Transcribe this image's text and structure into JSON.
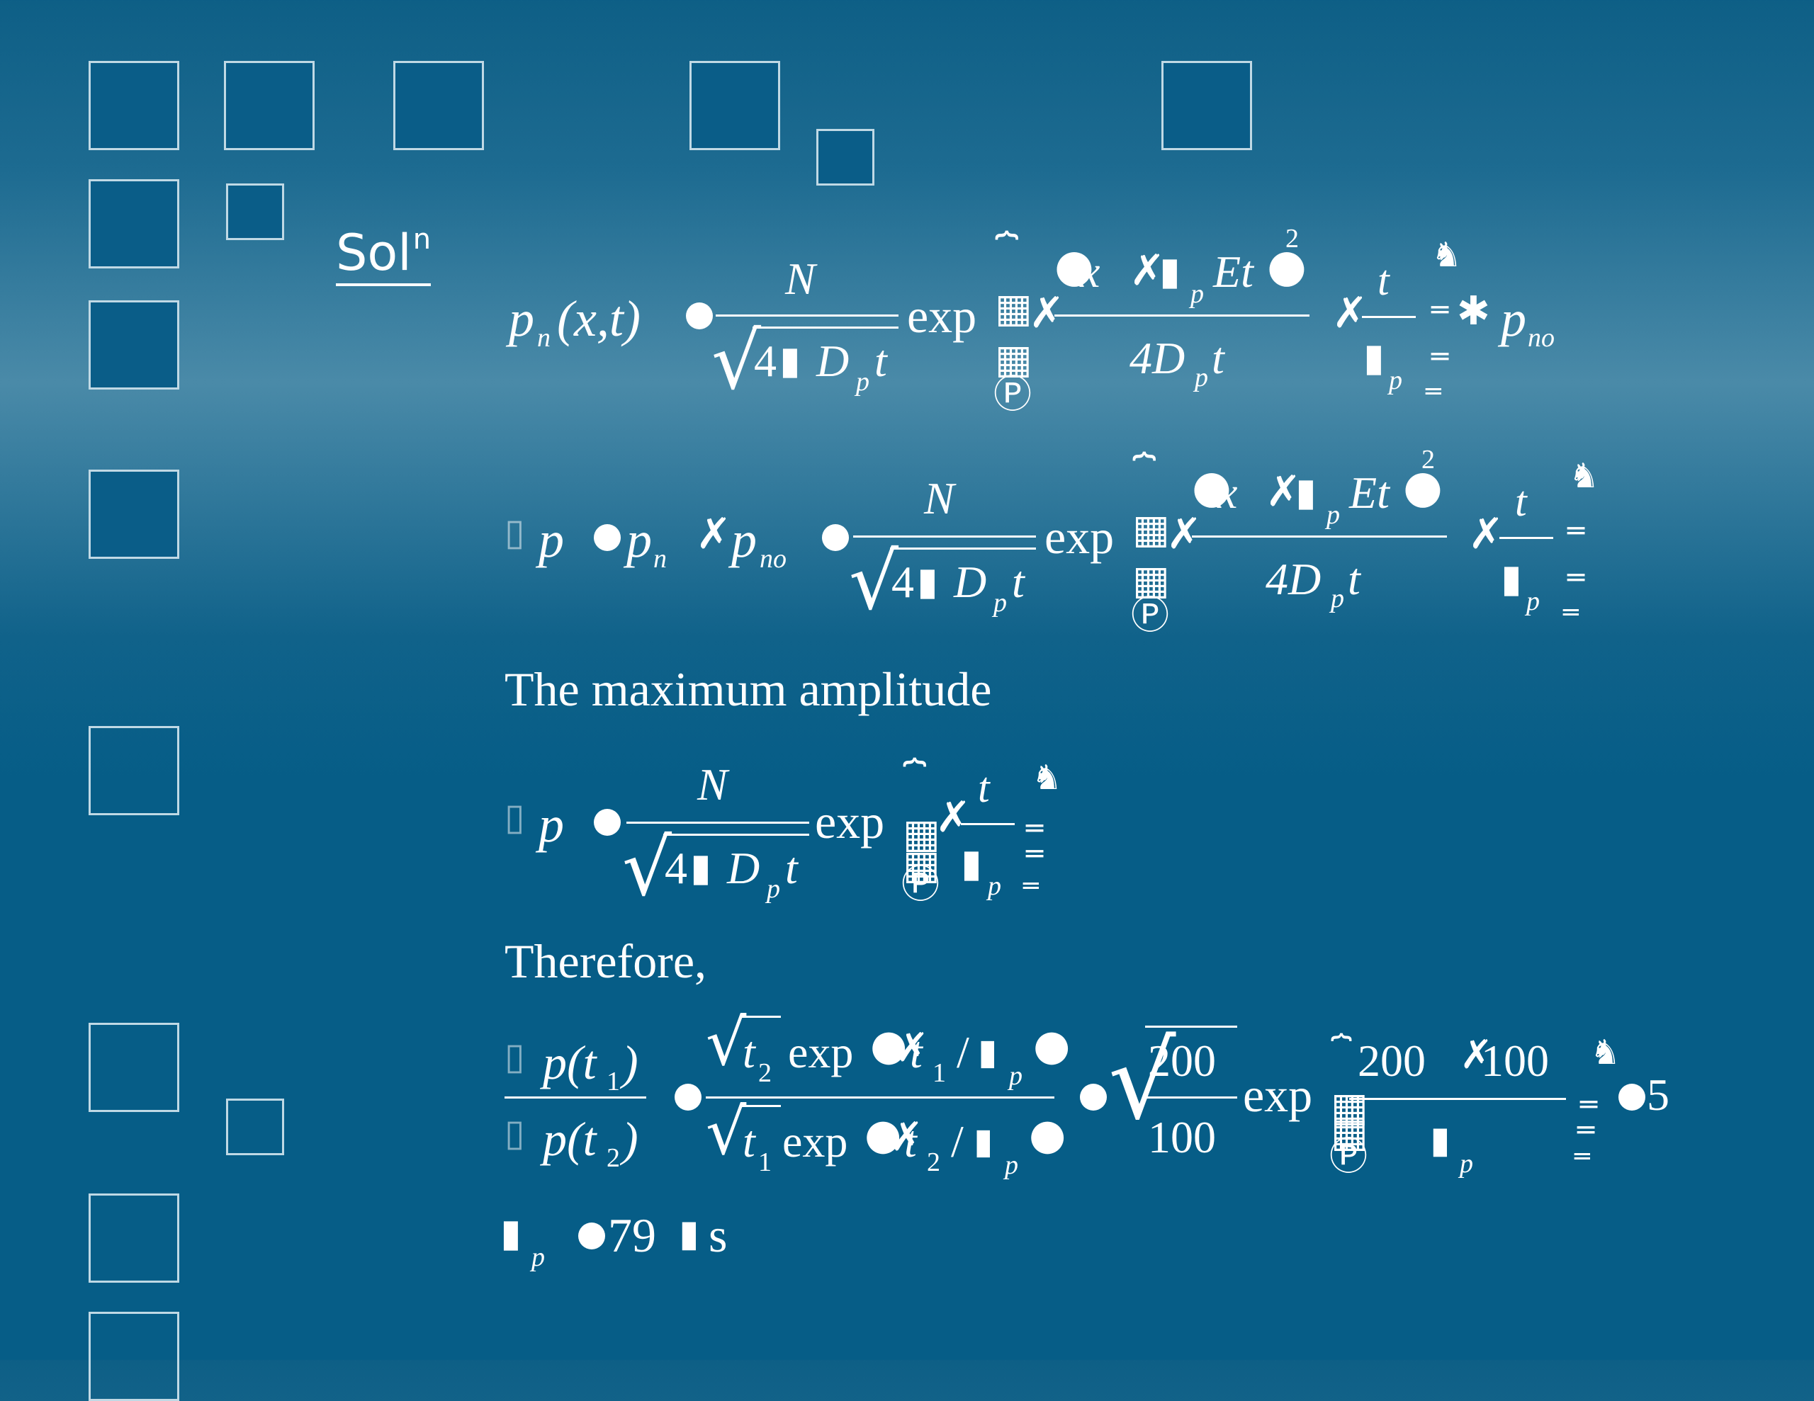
{
  "heading": {
    "base": "Sol",
    "sup": "n"
  },
  "text_lines": {
    "max_amplitude": "The maximum amplitude",
    "therefore": "Therefore,"
  },
  "eq1": {
    "lhs": "p",
    "lhs_sub": "n",
    "lhs_args": "(x,t)",
    "num": "N",
    "den_a": "4",
    "den_b": "D",
    "den_sub": "p",
    "den_c": "t",
    "exp": "exp",
    "inner_num": "x",
    "inner_mid": "p",
    "inner_et": "Et",
    "inner_sup": "2",
    "inner_den": "4D",
    "inner_den_sub": "p",
    "inner_den_t": "t",
    "frac_t": "t",
    "frac_sub": "p",
    "tail": "p",
    "tail_sub": "no"
  },
  "eq2": {
    "p": "p",
    "pn": "p",
    "pn_sub": "n",
    "pno": "p",
    "pno_sub": "no",
    "num": "N",
    "den_a": "4",
    "den_b": "D",
    "den_sub": "p",
    "den_c": "t",
    "exp": "exp",
    "inner_num": "x",
    "inner_mid": "p",
    "inner_et": "Et",
    "inner_sup": "2",
    "inner_den": "4D",
    "inner_den_sub": "p",
    "inner_den_t": "t",
    "frac_t": "t",
    "frac_sub": "p"
  },
  "eq3": {
    "p": "p",
    "num": "N",
    "den_a": "4",
    "den_b": "D",
    "den_sub": "p",
    "den_c": "t",
    "exp": "exp",
    "frac_t": "t",
    "frac_sub": "p"
  },
  "eq4": {
    "l_num": "p(t",
    "l_num_sub": "1",
    "l_num_end": ")",
    "l_den": "p(t",
    "l_den_sub": "2",
    "l_den_end": ")",
    "m_num_t": "t",
    "m_num_sub": "2",
    "m_num_exp": "exp",
    "m_num_t2": "t",
    "m_num_t2_sub": "1",
    "m_num_div": "/",
    "m_num_p": "p",
    "m_den_t": "t",
    "m_den_sub": "1",
    "m_den_exp": "exp",
    "m_den_t2": "t",
    "m_den_t2_sub": "2",
    "m_den_div": "/",
    "m_den_p": "p",
    "r_num": "200",
    "r_den": "100",
    "exp": "exp",
    "e_num_a": "200",
    "e_num_b": "100",
    "e_den_sub": "p",
    "result": "5"
  },
  "eq5": {
    "sub": "p",
    "value": "79",
    "unit": "s"
  }
}
